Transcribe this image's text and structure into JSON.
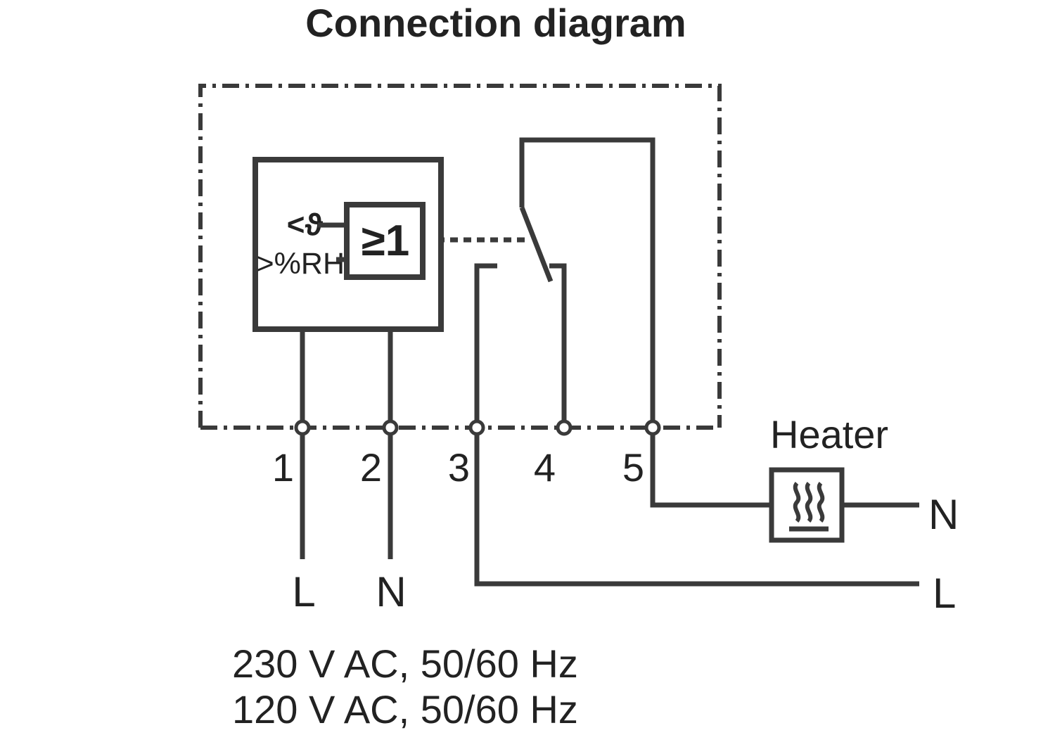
{
  "title": "Connection diagram",
  "colors": {
    "ink": "#3a3a3a",
    "text": "#222222",
    "background": "#ffffff"
  },
  "device": {
    "temp_condition": "<ϑ",
    "humidity_condition": ">%RH",
    "or_gate": "≥1"
  },
  "terminals": [
    "1",
    "2",
    "3",
    "4",
    "5"
  ],
  "wiring": {
    "input_line": "L",
    "input_neutral": "N",
    "heater_label": "Heater",
    "heater_neutral": "N",
    "heater_line": "L"
  },
  "ratings": [
    "230 V AC, 50/60 Hz",
    "120 V AC, 50/60 Hz"
  ]
}
